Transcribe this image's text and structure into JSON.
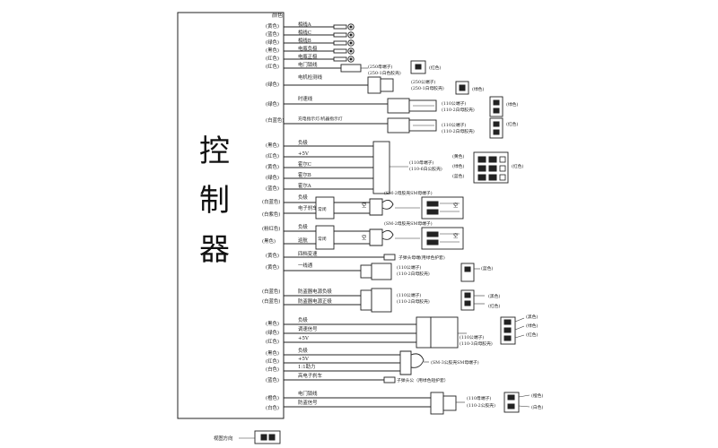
{
  "controller": {
    "title_chars": [
      "控",
      "制",
      "器"
    ]
  },
  "color_header": "颜色",
  "footer": {
    "view_direction": "视图方向"
  },
  "groups": {
    "phase": {
      "colors": [
        "(黄色)",
        "(蓝色)",
        "(绿色)",
        "(黑色)",
        "(红色)"
      ],
      "labels": [
        "相线A",
        "相线C",
        "相线B",
        "电瓶负极",
        "电瓶正极"
      ]
    },
    "lock": {
      "color": "(红色)",
      "label": "电门锁线",
      "callout": [
        "(250母端子)",
        "(250-1白色胶壳)"
      ],
      "connector_color": "(红色)"
    },
    "motor": {
      "color": "(绿色)",
      "label": "电机检测线",
      "callout": [
        "(250公端子)",
        "(250-1白母胶壳)"
      ],
      "connector_color": "(绿色)"
    },
    "speed": {
      "color": "(绿色)",
      "label": "时速线",
      "callout": [
        "(110公端子)",
        "(110-2白母胶壳)"
      ],
      "connector_color": "(绿色)"
    },
    "charge": {
      "color": "(白蓝色)",
      "label": "充电指示灯/机器指示灯",
      "callout": [
        "(110公端子)",
        "(110-2白母胶壳)"
      ],
      "connector_color": "(红色)"
    },
    "hall": {
      "colors": [
        "(黑色)",
        "(红色)",
        "(黄色)",
        "(绿色)",
        "(蓝色)"
      ],
      "labels": [
        "负极",
        "+5V",
        "霍尔C",
        "霍尔B",
        "霍尔A"
      ],
      "callout": [
        "(110母端子)",
        "(110-6白公胶壳)"
      ],
      "connector_colors": [
        "(黄色)",
        "(绿色)",
        "(蓝色)",
        "(红色)"
      ]
    },
    "ebrake1": {
      "colors": [
        "(白蓝色)",
        "(白紫色)"
      ],
      "labels": [
        "负极",
        "电子刹车"
      ],
      "switch": "常闭",
      "callout": "(SM-2母胶壳SM母端子)",
      "side": [
        "空",
        "空"
      ]
    },
    "ebrake2": {
      "colors": [
        "(粉红色)",
        "(黑色)"
      ],
      "labels": [
        "负极",
        "巡航"
      ],
      "switch": "常闭",
      "callout": "(SM-2母胶壳SM母端子)",
      "side": [
        "空",
        "空"
      ]
    },
    "cruise": {
      "color": "(黄色)",
      "label": "四档变速",
      "note": "子弹头母端(用绿色护套)"
    },
    "onegear": {
      "color": "(黄色)",
      "label": "一线通",
      "callout": [
        "(110公端子)",
        "(110-2白母胶壳)"
      ],
      "connector_color": "(蓝色)"
    },
    "antitheft": {
      "colors": [
        "(白蓝色)",
        "(白蓝色)"
      ],
      "labels": [
        "防盗器电源负极",
        "防盗器电源正极"
      ],
      "callout": [
        "(110公端子)",
        "(110-2白母胶壳)"
      ],
      "connector_colors": [
        "(黑色)",
        "(红色)"
      ]
    },
    "throttle": {
      "colors": [
        "(黑色)",
        "(绿色)",
        "(红色)"
      ],
      "labels": [
        "负极",
        "调速信号",
        "+5V"
      ],
      "callout": [
        "(110公端子)",
        "(110-3白母胶壳)"
      ],
      "connector_colors": [
        "(黑色)",
        "(绿色)",
        "(红色)"
      ]
    },
    "brake": {
      "colors": [
        "(黑色)",
        "(红色)",
        "(白色)",
        "(蓝色)"
      ],
      "labels": [
        "负极",
        "+5V",
        "1:1助力",
        "高电子刹车"
      ],
      "callout": "(SM-3公胶壳SM母端子)",
      "note": "子弹头公（用绿色短护套）"
    },
    "lock2": {
      "colors": [
        "(橙色)",
        "(白色)"
      ],
      "labels": [
        "电门锁线",
        "防盗信号"
      ],
      "callout": [
        "(110母端子)",
        "(110-2公胶壳)"
      ],
      "connector_colors": [
        "(橙色)",
        "(白色)"
      ]
    }
  }
}
